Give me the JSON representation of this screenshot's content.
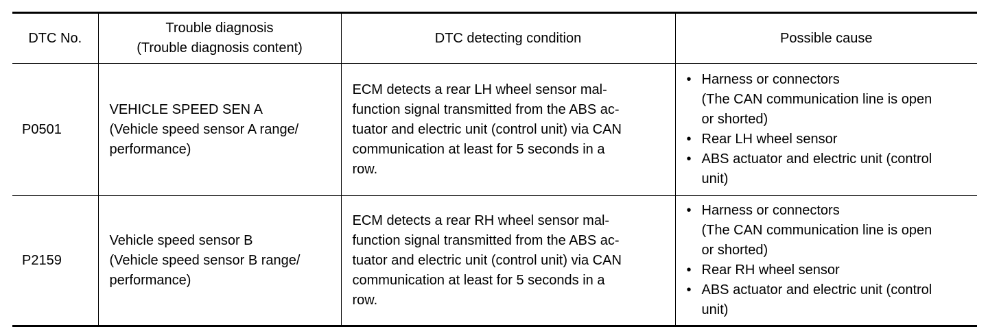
{
  "table": {
    "headers": {
      "dtc_no": "DTC No.",
      "trouble_diagnosis_line1": "Trouble diagnosis",
      "trouble_diagnosis_line2": "(Trouble diagnosis content)",
      "detecting_condition": "DTC detecting condition",
      "possible_cause": "Possible cause"
    },
    "rows": [
      {
        "dtc": "P0501",
        "diagnosis": [
          "VEHICLE SPEED SEN A",
          "(Vehicle speed sensor A range/",
          "performance)"
        ],
        "condition": [
          "ECM detects a rear LH wheel sensor mal-",
          "function signal transmitted from the ABS ac-",
          "tuator and electric unit (control unit) via CAN",
          "communication at least for 5 seconds in a",
          "row."
        ],
        "causes": [
          {
            "bullet": "•",
            "lines": [
              "Harness or connectors",
              "(The CAN communication line is open",
              "or shorted)"
            ]
          },
          {
            "bullet": "•",
            "lines": [
              "Rear LH wheel sensor"
            ]
          },
          {
            "bullet": "•",
            "lines": [
              "ABS actuator and electric unit (control",
              "unit)"
            ]
          }
        ]
      },
      {
        "dtc": "P2159",
        "diagnosis": [
          "Vehicle speed sensor B",
          "(Vehicle speed sensor B range/",
          "performance)"
        ],
        "condition": [
          "ECM detects a rear RH wheel sensor mal-",
          "function signal transmitted from the ABS ac-",
          "tuator and electric unit (control unit) via CAN",
          "communication at least for 5 seconds in a",
          "row."
        ],
        "causes": [
          {
            "bullet": "•",
            "lines": [
              "Harness or connectors",
              "(The CAN communication line is open",
              "or shorted)"
            ]
          },
          {
            "bullet": "•",
            "lines": [
              "Rear RH wheel sensor"
            ]
          },
          {
            "bullet": "•",
            "lines": [
              "ABS actuator and electric unit (control",
              "unit)"
            ]
          }
        ]
      }
    ]
  }
}
